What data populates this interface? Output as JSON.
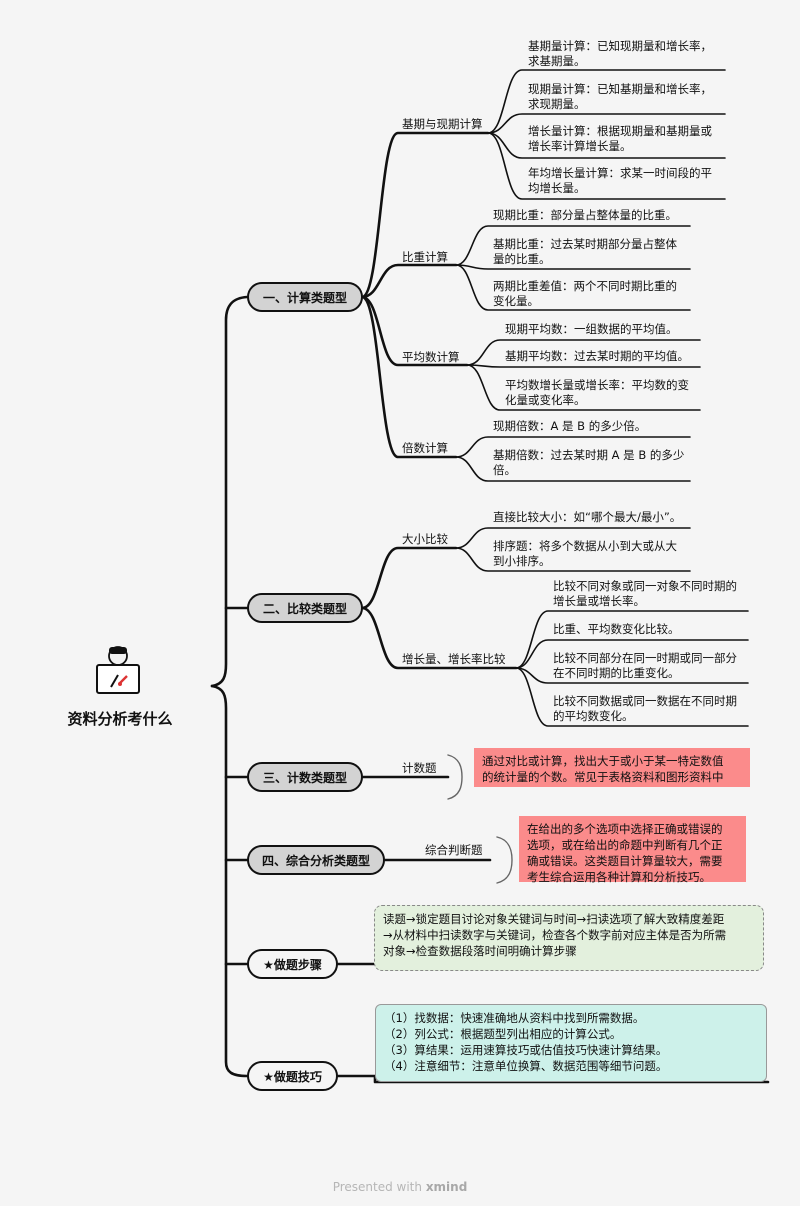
{
  "root": {
    "title": "资料分析考什么",
    "icon": "person-laptop-icon"
  },
  "branches": [
    {
      "label": "一、计算类题型",
      "groups": [
        {
          "label": "基期与现期计算",
          "leaves": [
            "基期量计算：已知现期量和增长率，\n求基期量。",
            "现期量计算：已知基期量和增长率，\n求现期量。",
            "增长量计算：根据现期量和基期量或\n增长率计算增长量。",
            "年均增长量计算：求某一时间段的平\n均增长量。"
          ]
        },
        {
          "label": "比重计算",
          "leaves": [
            "现期比重：部分量占整体量的比重。",
            "基期比重：过去某时期部分量占整体\n量的比重。",
            "两期比重差值：两个不同时期比重的\n变化量。"
          ]
        },
        {
          "label": "平均数计算",
          "leaves": [
            "现期平均数：一组数据的平均值。",
            "基期平均数：过去某时期的平均值。",
            "平均数增长量或增长率：平均数的变\n化量或变化率。"
          ]
        },
        {
          "label": "倍数计算",
          "leaves": [
            "现期倍数：A 是 B 的多少倍。",
            "基期倍数：过去某时期 A 是 B 的多少\n倍。"
          ]
        }
      ]
    },
    {
      "label": "二、比较类题型",
      "groups": [
        {
          "label": "大小比较",
          "leaves": [
            "直接比较大小：如“哪个最大/最小”。",
            "排序题：将多个数据从小到大或从大\n到小排序。"
          ]
        },
        {
          "label": "增长量、增长率比较",
          "leaves": [
            "比较不同对象或同一对象不同时期的\n增长量或增长率。",
            "比重、平均数变化比较。",
            "比较不同部分在同一时期或同一部分\n在不同时期的比重变化。",
            "比较不同数据或同一数据在不同时期\n的平均数变化。"
          ]
        }
      ]
    },
    {
      "label": "三、计数类题型",
      "sub_label": "计数题",
      "note": "通过对比或计算，找出大于或小于某一特定数值\n的统计量的个数。常见于表格资料和图形资料中"
    },
    {
      "label": "四、综合分析类题型",
      "sub_label": "综合判断题",
      "note": "在给出的多个选项中选择正确或错误的\n选项，或在给出的命题中判断有几个正\n确或错误。这类题目计算量较大，需要\n考生综合运用各种计算和分析技巧。"
    },
    {
      "label": "★做题步骤",
      "note": "读题→锁定题目讨论对象关键词与时间→扫读选项了解大致精度差距\n→从材料中扫读数字与关键词，检查各个数字前对应主体是否为所需\n对象→检查数据段落时间明确计算步骤"
    },
    {
      "label": "★做题技巧",
      "note": "（1）找数据：快速准确地从资料中找到所需数据。\n（2）列公式：根据题型列出相应的计算公式。\n（3）算结果：运用速算技巧或估值技巧快速计算结果。\n（4）注意细节：注意单位换算、数据范围等细节问题。"
    }
  ],
  "footer": {
    "prefix": "Presented with ",
    "brand": "xmind"
  },
  "colors": {
    "background": "#f5f5f5",
    "pill": "#d3d3d3",
    "red_note": "#fb8b8b",
    "green_note": "#e3f0dd",
    "teal_note": "#cdf1ea"
  }
}
